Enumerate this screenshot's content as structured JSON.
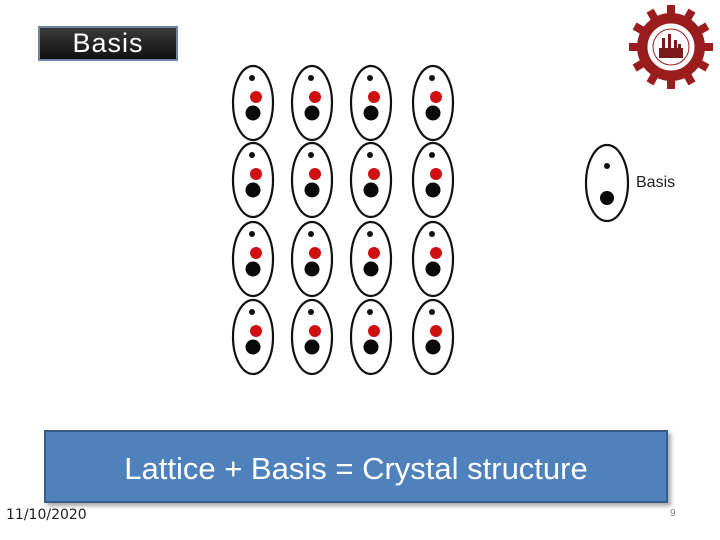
{
  "slide": {
    "title": "Basis",
    "legend_label": "Basis",
    "banner_text": "Lattice + Basis = Crystal structure",
    "date": "11/10/2020",
    "page_number": "9"
  },
  "lattice": {
    "rows": 4,
    "columns": 4,
    "atom_colors": {
      "small": "#111111",
      "middle": "#d01010",
      "large": "#0a0a0a"
    }
  },
  "colors": {
    "banner_fill": "#4f81bd",
    "banner_border": "#385d8a",
    "logo_red": "#9b1c1c"
  }
}
